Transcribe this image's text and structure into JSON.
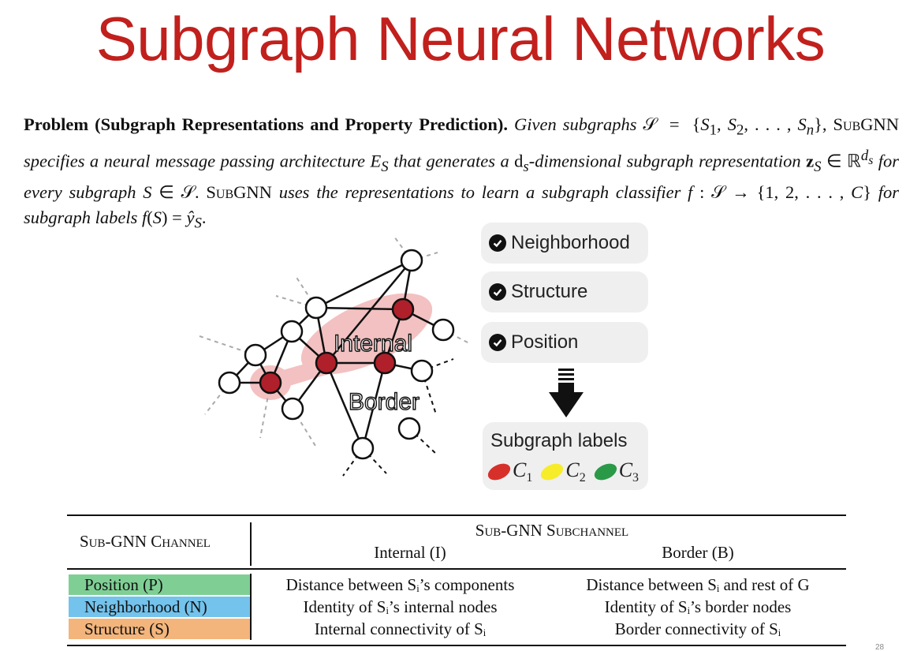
{
  "title": "Subgraph Neural Networks",
  "problem": {
    "heading": "Problem (Subgraph Representations and Property Prediction).",
    "t1": "Given subgraphs",
    "t2": "SubGNN",
    "t3": "specifies a neural message passing architecture",
    "t4": "that generates",
    "t5": "-dimensional subgraph representation",
    "t6": "for every subgraph",
    "t7": "SubGNN",
    "t8": "uses the",
    "t9": "representations to learn a subgraph classifier",
    "t10": "for subgraph labels"
  },
  "graph": {
    "internal_label": "Internal",
    "border_label": "Border"
  },
  "channels_pills": [
    {
      "label": "Neighborhood"
    },
    {
      "label": "Structure"
    },
    {
      "label": "Position"
    }
  ],
  "subgraph_labels": {
    "title": "Subgraph labels",
    "classes": [
      {
        "symbol": "C",
        "index": "1",
        "color": "#d7302b"
      },
      {
        "symbol": "C",
        "index": "2",
        "color": "#f7ec2a"
      },
      {
        "symbol": "C",
        "index": "3",
        "color": "#2a9a48"
      }
    ]
  },
  "table": {
    "channel_header": "Sub-GNN Channel",
    "subchannel_header": "Sub-GNN Subchannel",
    "internal_header": "Internal (I)",
    "border_header": "Border (B)",
    "rows": [
      {
        "channel": "Position (P)",
        "color": "#7fcf95",
        "internal": "Distance between Sᵢ’s components",
        "border": "Distance between Sᵢ and rest of G"
      },
      {
        "channel": "Neighborhood (N)",
        "color": "#73c3ec",
        "internal": "Identity of Sᵢ’s internal nodes",
        "border": "Identity of Sᵢ’s border nodes"
      },
      {
        "channel": "Structure (S)",
        "color": "#f3b57c",
        "internal": "Internal connectivity of Sᵢ",
        "border": "Border connectivity of Sᵢ"
      }
    ]
  },
  "page_number": "28"
}
